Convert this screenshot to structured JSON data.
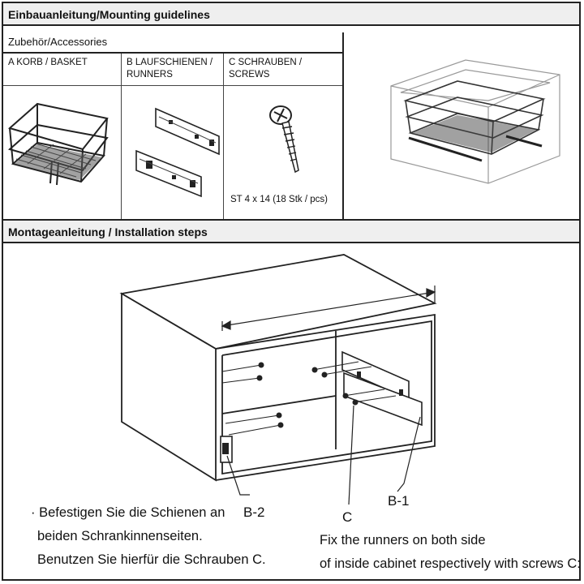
{
  "header": {
    "title": "Einbauanleitung/Mounting guidelines"
  },
  "accessories": {
    "title": "Zubehör/Accessories",
    "items": [
      {
        "label": "A KORB / BASKET"
      },
      {
        "label": "B LAUFSCHIENEN /\n   RUNNERS"
      },
      {
        "label": "C SCHRAUBEN /\n   SCREWS",
        "spec": "ST 4 x 14 (18 Stk  / pcs)"
      }
    ]
  },
  "installation": {
    "title": "Montageanleitung / Installation steps",
    "callouts": {
      "b2": "B-2",
      "c": "C",
      "b1": "B-1"
    },
    "note_de": [
      "· Befestigen Sie die Schienen an",
      "beiden Schrankinnenseiten.",
      "Benutzen Sie hierfür die Schrauben C."
    ],
    "note_en": [
      "Fix the runners on both side",
      "of inside cabinet respectively with screws C:"
    ]
  }
}
